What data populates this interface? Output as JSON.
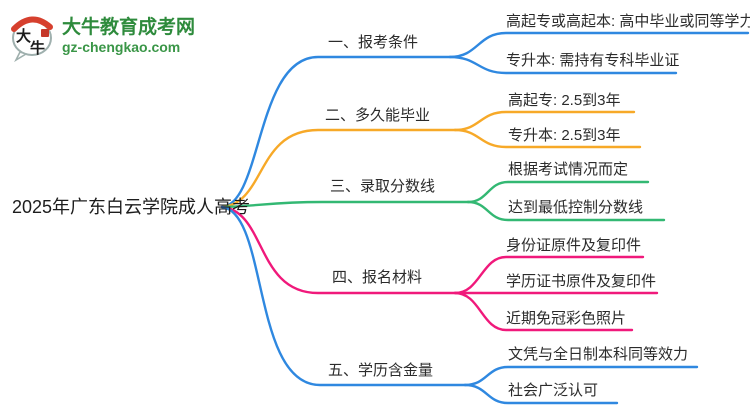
{
  "site": {
    "logo_title": "大牛教育成考网",
    "logo_domain": "gz-chengkao.com",
    "logo_char_1": "大",
    "logo_char_2": "牛",
    "brand_green": "#2e8b3c",
    "brand_red": "#d6402e"
  },
  "mindmap": {
    "root": "2025年广东白云学院成人高考",
    "branches": [
      {
        "label": "一、报考条件",
        "color": "#2f88e0",
        "children": [
          "高起专或高起本: 高中毕业或同等学力",
          "专升本: 需持有专科毕业证"
        ]
      },
      {
        "label": "二、多久能毕业",
        "color": "#f7a928",
        "children": [
          "高起专: 2.5到3年",
          "专升本: 2.5到3年"
        ]
      },
      {
        "label": "三、录取分数线",
        "color": "#33b873",
        "children": [
          "根据考试情况而定",
          "达到最低控制分数线"
        ]
      },
      {
        "label": "四、报名材料",
        "color": "#f0197b",
        "children": [
          "身份证原件及复印件",
          "学历证书原件及复印件",
          "近期免冠彩色照片"
        ]
      },
      {
        "label": "五、学历含金量",
        "color": "#2f88e0",
        "children": [
          "文凭与全日制本科同等效力",
          "社会广泛认可"
        ]
      }
    ]
  }
}
